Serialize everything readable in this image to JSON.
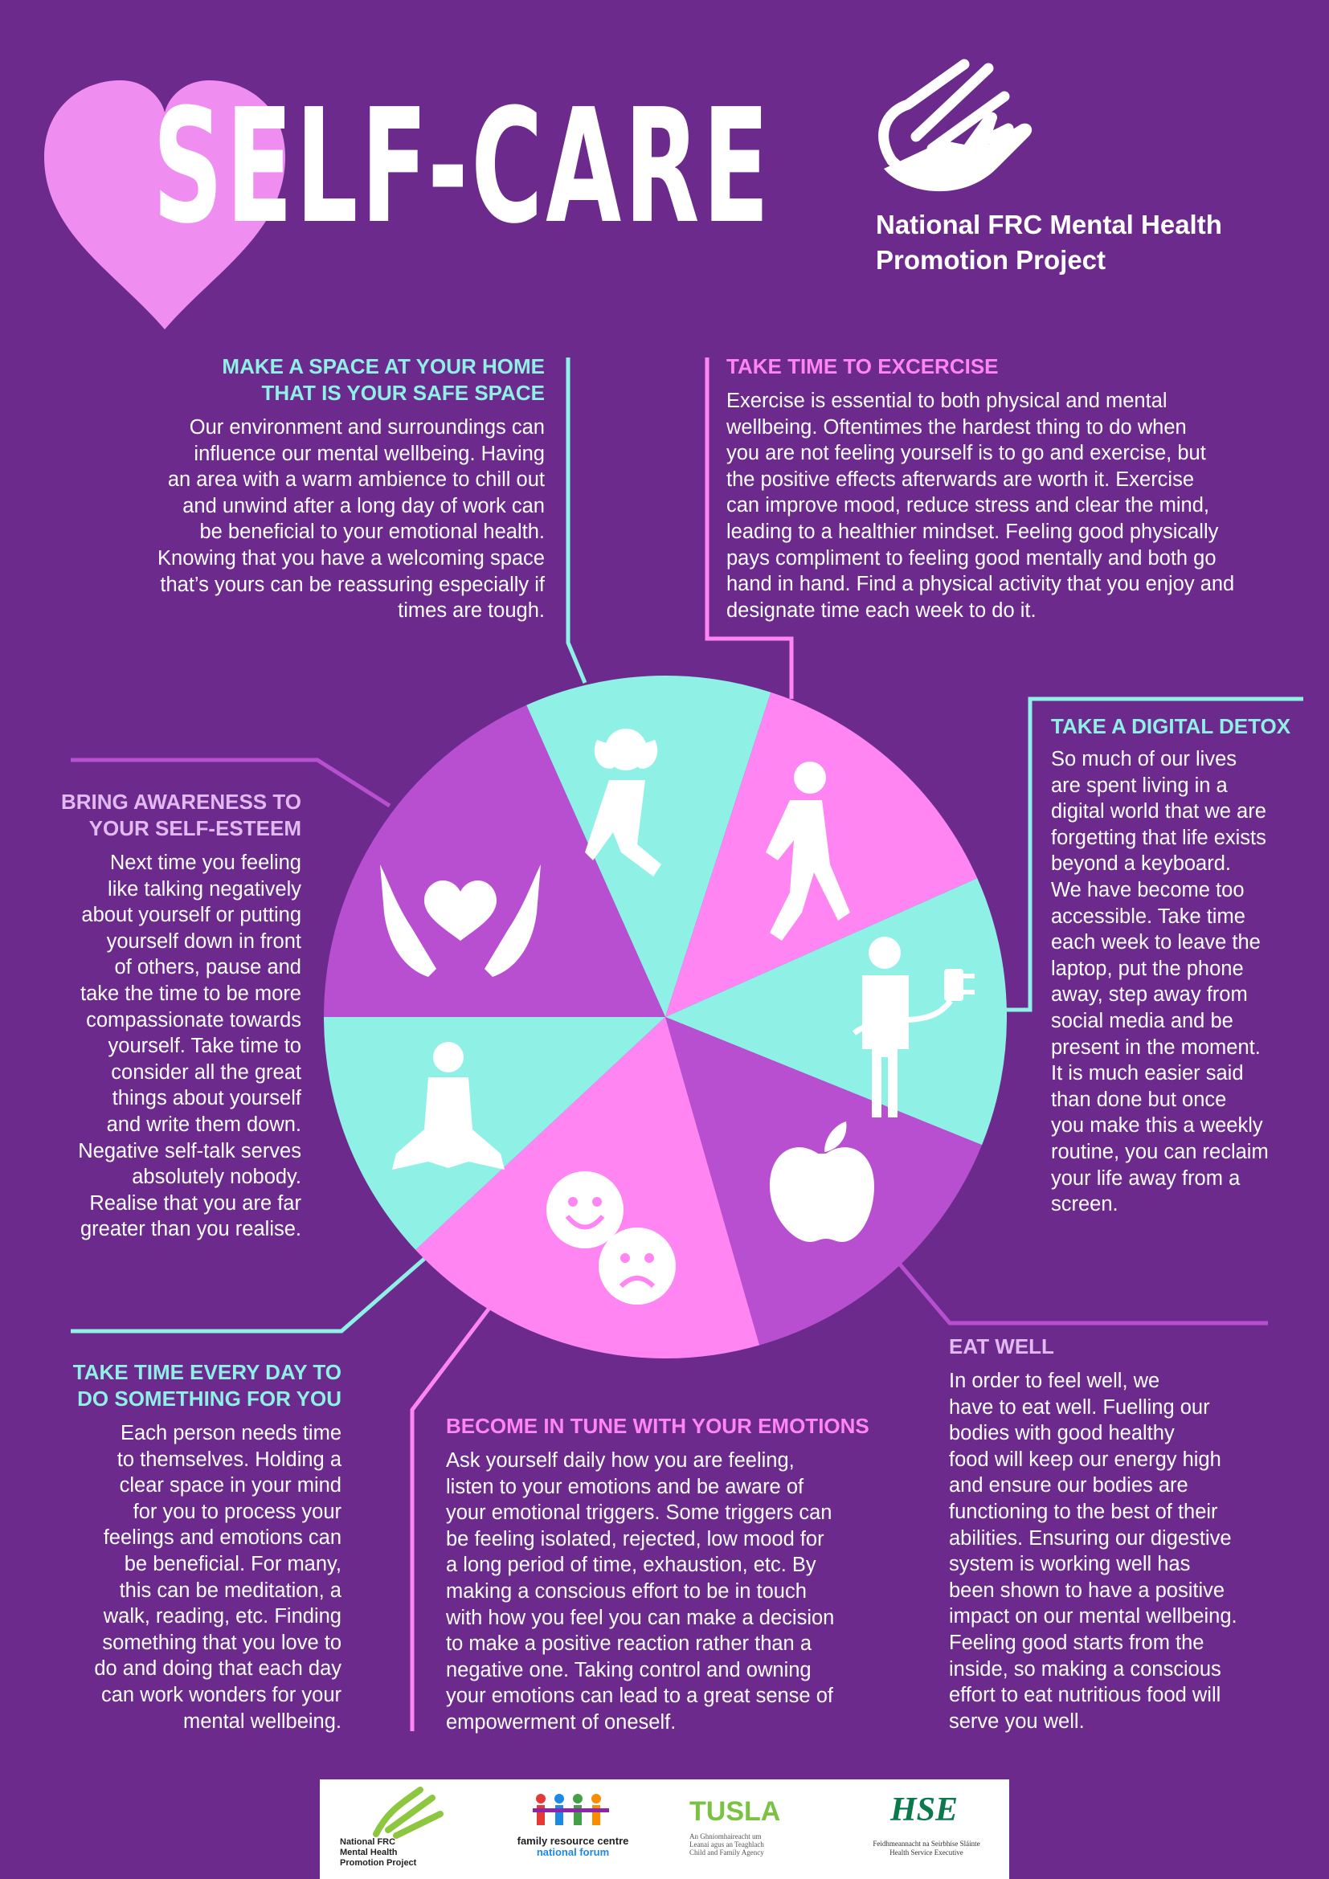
{
  "title": "SELF-CARE",
  "organization": {
    "line1": "National FRC Mental Health",
    "line2": "Promotion Project"
  },
  "colors": {
    "background": "#6b2a8c",
    "cyan": "#8ff0e6",
    "pink": "#ff85f2",
    "purple": "#b84fd0",
    "heart": "#f08df0"
  },
  "sections": {
    "safe_space": {
      "heading": [
        "MAKE A SPACE AT YOUR HOME",
        "THAT IS YOUR SAFE SPACE"
      ],
      "body": [
        "Our environment and surroundings can",
        "influence our mental wellbeing. Having",
        "an area with a warm ambience to chill out",
        "and unwind after a long day of work can",
        "be beneficial to your emotional health.",
        "Knowing that you have a welcoming space",
        "that’s yours can be reassuring especially if",
        "times are tough."
      ]
    },
    "exercise": {
      "heading": [
        "TAKE TIME TO EXCERCISE"
      ],
      "body": [
        "Exercise is essential to both physical and mental",
        "wellbeing. Oftentimes the hardest thing to do when",
        "you are not feeling yourself is to go and exercise, but",
        "the positive effects afterwards are worth it. Exercise",
        "can improve mood, reduce stress and clear the mind,",
        "leading to a healthier mindset. Feeling good physically",
        "pays compliment to feeling good mentally and both go",
        "hand in hand. Find a physical activity that you enjoy and",
        "designate time each week to do it."
      ]
    },
    "digital_detox": {
      "heading": [
        "TAKE A DIGITAL DETOX"
      ],
      "body": [
        "So much of our lives",
        "are spent living in a",
        "digital world that we are",
        "forgetting that life exists",
        "beyond a keyboard.",
        "We have become too",
        "accessible. Take time",
        "each week to leave the",
        "laptop, put the phone",
        "away, step away from",
        "social media and be",
        "present in the moment.",
        "It is much easier said",
        "than done but once",
        "you make this a weekly",
        "routine, you can reclaim",
        "your life away from a",
        "screen."
      ]
    },
    "self_esteem": {
      "heading": [
        "BRING AWARENESS TO",
        "YOUR SELF-ESTEEM"
      ],
      "body": [
        "Next time you feeling",
        "like talking negatively",
        "about yourself or putting",
        "yourself down in front",
        "of others, pause and",
        "take the time to be more",
        "compassionate towards",
        "yourself. Take time to",
        "consider all the great",
        "things about yourself",
        "and write them down.",
        "Negative self-talk serves",
        "absolutely nobody.",
        "Realise that you are far",
        "greater than you realise."
      ]
    },
    "something_for_you": {
      "heading": [
        "TAKE TIME EVERY DAY TO",
        "DO SOMETHING FOR YOU"
      ],
      "body": [
        "Each person needs time",
        "to themselves. Holding a",
        "clear space in your mind",
        "for you to process your",
        "feelings and emotions can",
        "be beneficial. For many,",
        "this can be meditation, a",
        "walk, reading, etc. Finding",
        "something that you love to",
        "do and doing that each day",
        "can work wonders for your",
        "mental wellbeing."
      ]
    },
    "emotions": {
      "heading": [
        "BECOME IN TUNE WITH YOUR EMOTIONS"
      ],
      "body": [
        "Ask yourself daily how you are feeling,",
        "listen to your emotions and be aware of",
        "your emotional triggers. Some triggers can",
        "be feeling isolated, rejected, low mood for",
        "a long period of time, exhaustion, etc. By",
        "making a conscious effort to be in touch",
        "with how you feel you can make a decision",
        "to make a positive reaction rather than a",
        "negative one. Taking control and owning",
        "your emotions can lead to a great sense of",
        "empowerment of oneself."
      ]
    },
    "eat_well": {
      "heading": [
        "EAT WELL"
      ],
      "body": [
        "In order to feel well, we",
        "have to eat well. Fuelling our",
        "bodies with good healthy",
        "food will keep our energy high",
        "and ensure our bodies are",
        "functioning to the best of their",
        "abilities. Ensuring our digestive",
        "system is working well has",
        "been shown to have a positive",
        "impact on our mental wellbeing.",
        "Feeling good starts from the",
        "inside, so making a conscious",
        "effort to eat nutritious food will",
        "serve you well."
      ]
    }
  },
  "wheel_icons": [
    "relax-icon",
    "walking-icon",
    "unplug-icon",
    "apple-icon",
    "emotions-icon",
    "meditation-icon",
    "hands-heart-icon"
  ],
  "footer": {
    "logo1": [
      "National FRC",
      "Mental Health",
      "Promotion Project"
    ],
    "logo2": [
      "family resource centre",
      "national forum"
    ],
    "logo3": [
      "TUSLA",
      "An Ghníomhaireacht um",
      "Leanaí agus an Teaghlach",
      "Child and Family Agency"
    ],
    "logo4": [
      "HSE",
      "Feidhmeannacht na Seirbhíse Sláinte",
      "Health Service Executive"
    ]
  }
}
